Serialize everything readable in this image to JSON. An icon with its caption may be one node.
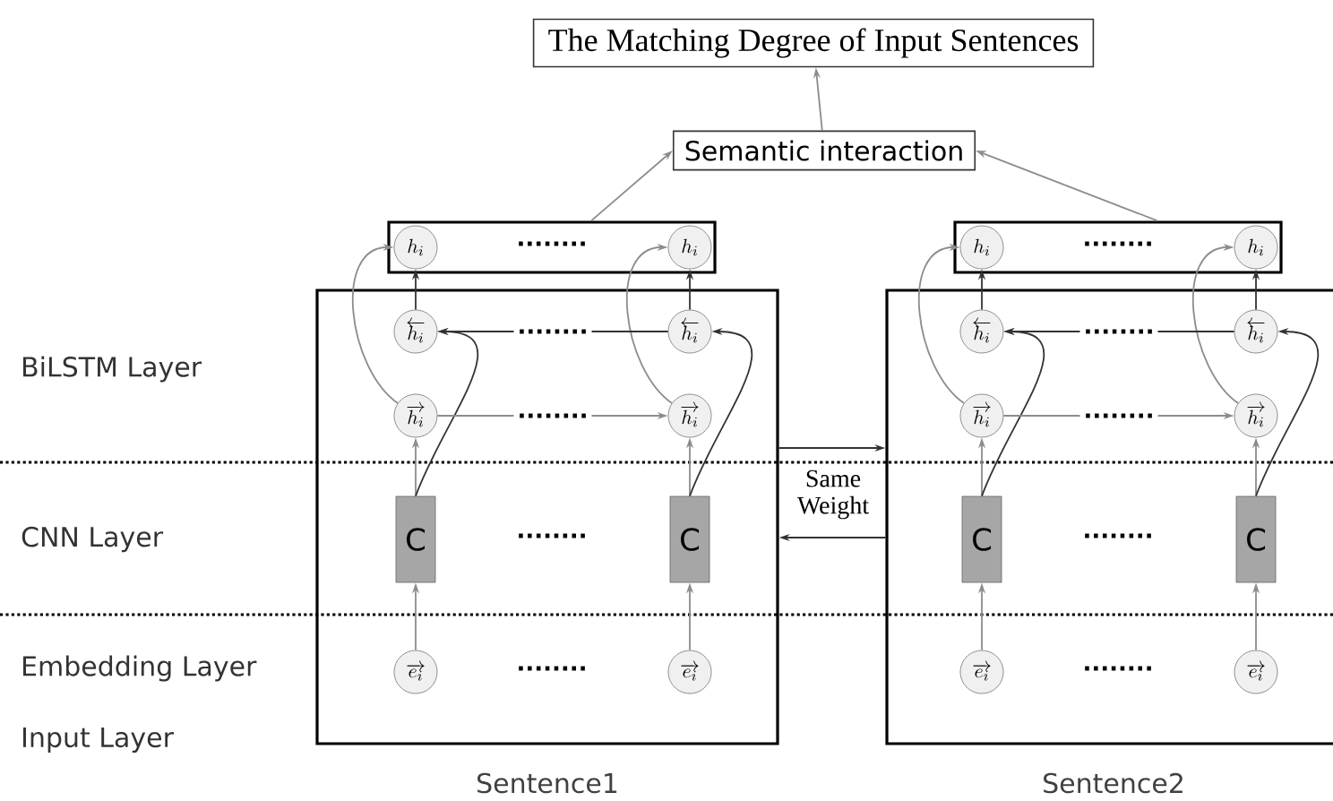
{
  "diagram": {
    "nodes": [
      {
        "text": [
          "The Matching Degree of Input Sentences"
        ]
      },
      {
        "text": [
          "Semantic interaction"
        ]
      },
      {
        "text": [
          "Sentence1"
        ]
      },
      {
        "text": [
          "Sentence2"
        ]
      },
      {
        "text": [],
        "shape": "box"
      },
      {
        "text": [],
        "shape": "box"
      },
      {
        "text": [
          "h_i"
        ],
        "in": 4
      },
      {
        "text": [
          "h_i"
        ],
        "in": 4
      },
      {
        "text": [
          "\\overleftarrow{h_i}"
        ],
        "in": 2
      },
      {
        "text": [
          "\\overleftarrow{h_i}"
        ],
        "in": 2
      },
      {
        "text": [
          "\\overrightarrow{h_i}"
        ],
        "in": 2
      },
      {
        "text": [
          "\\overrightarrow{h_i}"
        ],
        "in": 2
      },
      {
        "text": [
          "C"
        ],
        "in": 2
      },
      {
        "text": [
          "C"
        ],
        "in": 2
      },
      {
        "text": [
          "\\overrightarrow{e_i}"
        ],
        "in": 2
      },
      {
        "text": [
          "\\overrightarrow{e_i}"
        ],
        "in": 2
      },
      {
        "text": [
          "h_i"
        ],
        "in": 5
      },
      {
        "text": [
          "h_i"
        ],
        "in": 5
      },
      {
        "text": [
          "\\overleftarrow{h_i}"
        ],
        "in": 3
      },
      {
        "text": [
          "\\overleftarrow{h_i}"
        ],
        "in": 3
      },
      {
        "text": [
          "\\overrightarrow{h_i}"
        ],
        "in": 3
      },
      {
        "text": [
          "\\overrightarrow{h_i}"
        ],
        "in": 3
      },
      {
        "text": [
          "C"
        ],
        "in": 3
      },
      {
        "text": [
          "C"
        ],
        "in": 3
      },
      {
        "text": [
          "\\overrightarrow{e_i}"
        ],
        "in": 3
      },
      {
        "text": [
          "\\overrightarrow{e_i}"
        ],
        "in": 3
      }
    ],
    "edges": [
      {
        "from": 1,
        "to": 0,
        "arrow": "to"
      },
      {
        "from": 4,
        "to": 1,
        "arrow": "to"
      },
      {
        "from": 5,
        "to": 1,
        "arrow": "to"
      },
      {
        "from": 14,
        "to": 12,
        "arrow": "to"
      },
      {
        "from": 15,
        "to": 13,
        "arrow": "to"
      },
      {
        "from": 12,
        "to": 10,
        "arrow": "to"
      },
      {
        "from": 13,
        "to": 11,
        "arrow": "to"
      },
      {
        "from": 12,
        "to": 8,
        "arrow": "to",
        "color": "#333333"
      },
      {
        "from": 13,
        "to": 9,
        "arrow": "to",
        "color": "#333333"
      },
      {
        "from": 10,
        "to": 6,
        "arrow": "to"
      },
      {
        "from": 11,
        "to": 7,
        "arrow": "to"
      },
      {
        "from": 8,
        "to": 6,
        "arrow": "to",
        "color": "#333333"
      },
      {
        "from": 9,
        "to": 7,
        "arrow": "to",
        "color": "#333333"
      },
      {
        "from": 10,
        "to": 11,
        "arrow": "to",
        "label": "........"
      },
      {
        "from": 9,
        "to": 8,
        "arrow": "to",
        "label": "........",
        "color": "#333333"
      },
      {
        "from": 24,
        "to": 22,
        "arrow": "to"
      },
      {
        "from": 25,
        "to": 23,
        "arrow": "to"
      },
      {
        "from": 22,
        "to": 20,
        "arrow": "to"
      },
      {
        "from": 23,
        "to": 21,
        "arrow": "to"
      },
      {
        "from": 22,
        "to": 18,
        "arrow": "to",
        "color": "#333333"
      },
      {
        "from": 23,
        "to": 19,
        "arrow": "to",
        "color": "#333333"
      },
      {
        "from": 20,
        "to": 16,
        "arrow": "to"
      },
      {
        "from": 21,
        "to": 17,
        "arrow": "to"
      },
      {
        "from": 18,
        "to": 16,
        "arrow": "to",
        "color": "#333333"
      },
      {
        "from": 19,
        "to": 17,
        "arrow": "to",
        "color": "#333333"
      },
      {
        "from": 20,
        "to": 21,
        "arrow": "to",
        "label": "........"
      },
      {
        "from": 19,
        "to": 18,
        "arrow": "to",
        "label": "........",
        "color": "#333333"
      },
      {
        "from": 2,
        "to": 3,
        "arrow": "to",
        "color": "#333333"
      },
      {
        "from": 3,
        "to": 2,
        "arrow": "to",
        "color": "#333333"
      }
    ],
    "labels": [
      "........",
      "........",
      "BiLSTM Layer",
      "Same Weight",
      "CNN Layer",
      "........",
      "........",
      "Embedding Layer",
      "........",
      "........",
      "Input Layer"
    ]
  }
}
